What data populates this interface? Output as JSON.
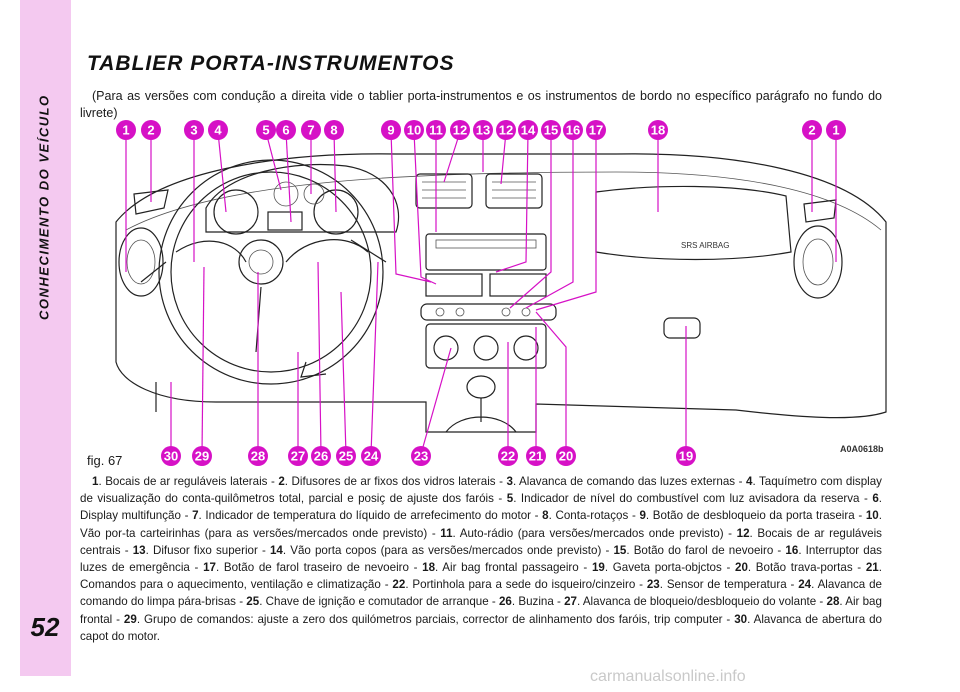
{
  "side_title": "CONHECIMENTO DO VEÍCULO",
  "page_number": "52",
  "title": "TABLIER PORTA-INSTRUMENTOS",
  "intro": "(Para as versões com condução a direita vide o tablier porta-instrumentos e os instrumentos de bordo no específico parágrafo no fundo do livrete)",
  "figure": {
    "caption": "fig. 67",
    "code": "A0A0618b",
    "airbag_label": "SRS AIRBAG",
    "top_callouts": [
      "1",
      "2",
      "3",
      "4",
      "5",
      "6",
      "7",
      "8",
      "9",
      "10",
      "11",
      "12",
      "13",
      "12",
      "14",
      "15",
      "16",
      "17",
      "18",
      "2",
      "1"
    ],
    "bottom_callouts": [
      "30",
      "29",
      "28",
      "27",
      "26",
      "25",
      "24",
      "23",
      "22",
      "21",
      "20",
      "19"
    ],
    "callout_color": "#d611c6"
  },
  "legend": [
    {
      "n": "1",
      "t": "Bocais de ar reguláveis laterais"
    },
    {
      "n": "2",
      "t": "Difusores de ar fixos dos vidros laterais"
    },
    {
      "n": "3",
      "t": "Alavanca de comando das luzes externas"
    },
    {
      "n": "4",
      "t": "Taquímetro com display de visualização do conta-quilômetros total, parcial e posiç de ajuste dos faróis"
    },
    {
      "n": "5",
      "t": "Indicador de nível do combustível com luz avisadora da reserva"
    },
    {
      "n": "6",
      "t": "Display multifunção"
    },
    {
      "n": "7",
      "t": "Indicador de temperatura do líquido de arrefecimento do motor"
    },
    {
      "n": "8",
      "t": "Conta-rotaçọs"
    },
    {
      "n": "9",
      "t": "Botão de desbloqueio da porta traseira"
    },
    {
      "n": "10",
      "t": "Vão por-ta carteirinhas (para as versões/mercados onde previsto)"
    },
    {
      "n": "11",
      "t": "Auto-rádio (para versões/mercados onde previsto)"
    },
    {
      "n": "12",
      "t": "Bocais de ar reguláveis centrais"
    },
    {
      "n": "13",
      "t": "Difusor fixo superior"
    },
    {
      "n": "14",
      "t": "Vão porta copos (para as versões/mercados onde previsto)"
    },
    {
      "n": "15",
      "t": "Botão do farol de nevoeiro"
    },
    {
      "n": "16",
      "t": "Interruptor das luzes de emergência"
    },
    {
      "n": "17",
      "t": "Botão de farol traseiro de nevoeiro"
    },
    {
      "n": "18",
      "t": "Air bag frontal passageiro"
    },
    {
      "n": "19",
      "t": "Gaveta porta-objctos"
    },
    {
      "n": "20",
      "t": "Botão trava-portas"
    },
    {
      "n": "21",
      "t": "Comandos para o aquecimento, ventilação e climatização"
    },
    {
      "n": "22",
      "t": "Portinhola para a sede do isqueiro/cinzeiro"
    },
    {
      "n": "23",
      "t": "Sensor de temperatura"
    },
    {
      "n": "24",
      "t": "Alavanca de comando do limpa pára-brisas"
    },
    {
      "n": "25",
      "t": "Chave de ignição e comutador de arranque"
    },
    {
      "n": "26",
      "t": "Buzina"
    },
    {
      "n": "27",
      "t": "Alavanca de bloqueio/desbloqueio do volante"
    },
    {
      "n": "28",
      "t": "Air bag frontal"
    },
    {
      "n": "29",
      "t": "Grupo de comandos: ajuste a zero dos quilómetros parciais, corrector de alinhamento dos faróis, trip computer"
    },
    {
      "n": "30",
      "t": "Alavanca de abertura do capot do motor."
    }
  ],
  "watermark": "carmanualsonline.info"
}
